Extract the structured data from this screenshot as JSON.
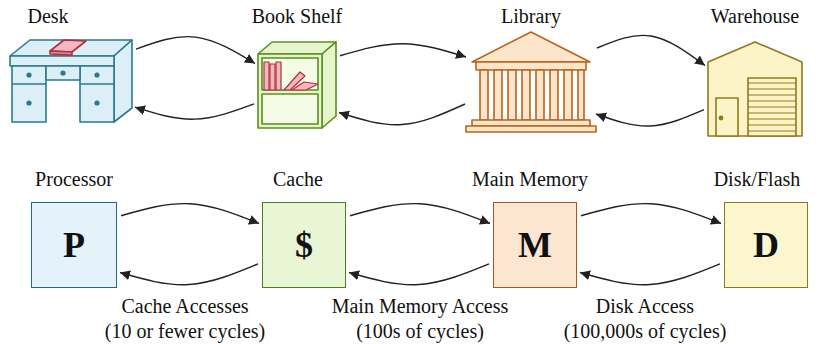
{
  "diagram": {
    "nodes": [
      {
        "text": [
          "Desk"
        ]
      },
      {
        "text": [
          "Book Shelf"
        ]
      },
      {
        "text": [
          "Library"
        ]
      },
      {
        "text": [
          "Warehouse"
        ]
      },
      {
        "text": [
          "Processor",
          "P"
        ]
      },
      {
        "text": [
          "Cache",
          "$"
        ]
      },
      {
        "text": [
          "Main Memory",
          "M"
        ]
      },
      {
        "text": [
          "Disk/Flash",
          "D"
        ]
      }
    ],
    "edges": [
      {
        "from": 0,
        "to": 1,
        "arrow": "to"
      },
      {
        "from": 1,
        "to": 0,
        "arrow": "to"
      },
      {
        "from": 1,
        "to": 2,
        "arrow": "to"
      },
      {
        "from": 2,
        "to": 1,
        "arrow": "to"
      },
      {
        "from": 2,
        "to": 3,
        "arrow": "to"
      },
      {
        "from": 3,
        "to": 2,
        "arrow": "to"
      },
      {
        "from": 4,
        "to": 5,
        "arrow": "to"
      },
      {
        "from": 5,
        "to": 4,
        "arrow": "to"
      },
      {
        "from": 5,
        "to": 6,
        "arrow": "to"
      },
      {
        "from": 6,
        "to": 5,
        "arrow": "to"
      },
      {
        "from": 6,
        "to": 7,
        "arrow": "to"
      },
      {
        "from": 7,
        "to": 6,
        "arrow": "to"
      }
    ],
    "labels": [
      "Cache Accesses",
      "(10 or fewer cycles)",
      "Main Memory Access",
      "(100s of cycles)",
      "Disk Access",
      "(100,000s of cycles)"
    ]
  }
}
